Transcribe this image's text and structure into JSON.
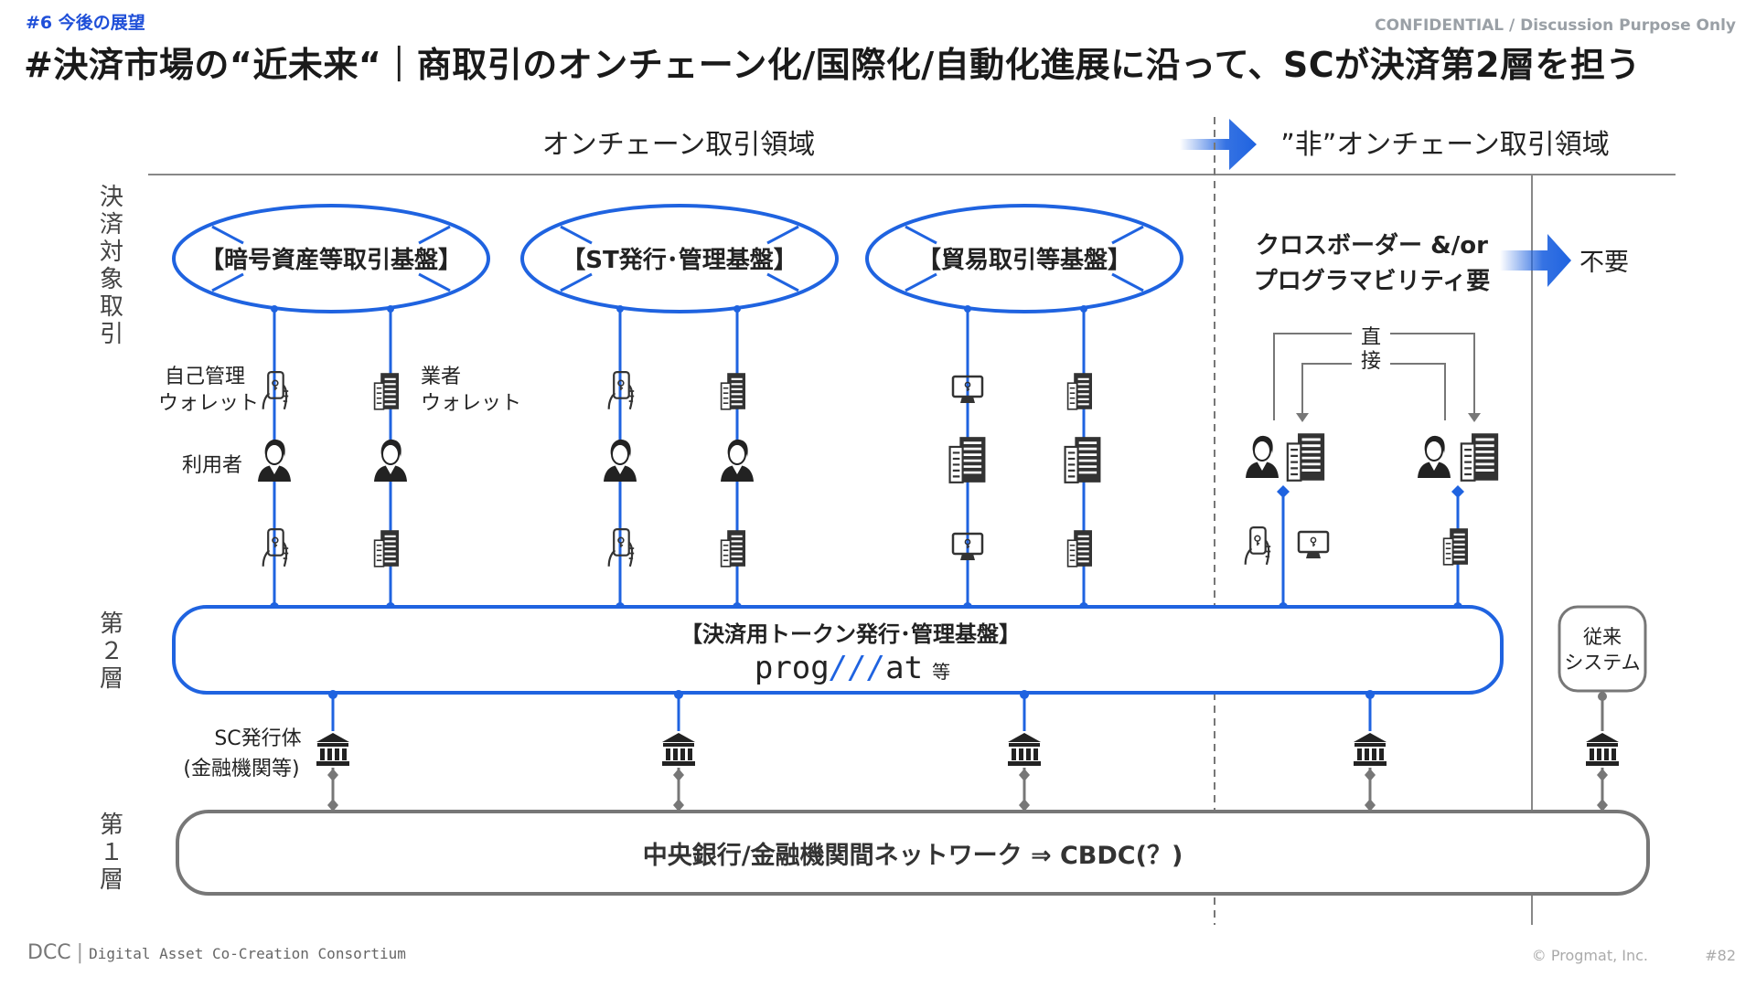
{
  "header": {
    "section_tag": "#6 今後の展望",
    "confidential": "CONFIDENTIAL / Discussion Purpose Only",
    "title": "#決済市場の“近未来“｜商取引のオンチェーン化/国際化/自動化進展に沿って、SCが決済第2層を担う"
  },
  "diagram": {
    "zone_onchain": "オンチェーン取引領域",
    "zone_offchain": "”非”オンチェーン取引領域",
    "row_labels": {
      "settlement_target": "決済対象取引",
      "layer2": "第２層",
      "layer1": "第１層"
    },
    "platforms": [
      "【暗号資産等取引基盤】",
      "【ST発行･管理基盤】",
      "【貿易取引等基盤】"
    ],
    "crossborder": [
      "クロスボーダー &/or",
      "プログラマビリティ要"
    ],
    "not_required": "不要",
    "direct": [
      "直",
      "接"
    ],
    "wallet_labels": {
      "self_custody": [
        "自己管理",
        "ウォレット"
      ],
      "custodian": [
        "業者",
        "ウォレット"
      ],
      "user": "利用者"
    },
    "layer2_box": {
      "title": "【決済用トークン発行･管理基盤】",
      "brand_prefix": "prog",
      "brand_slashes": "///",
      "brand_suffix": "at",
      "brand_etc": "等"
    },
    "legacy_system": [
      "従来",
      "システム"
    ],
    "issuer_label": [
      "SC発行体",
      "(金融機関等)"
    ],
    "layer1_box": "中央銀行/金融機関間ネットワーク ⇒ CBDC(？)"
  },
  "footer": {
    "logo": "DCC",
    "logo_sub": "Digital Asset Co-Creation Consortium",
    "copyright": "© Progmat, Inc.",
    "page": "#82"
  },
  "colors": {
    "accent_blue": "#1f63e0",
    "gray": "#7a7a7a",
    "tag_blue": "#1f4fd8"
  }
}
